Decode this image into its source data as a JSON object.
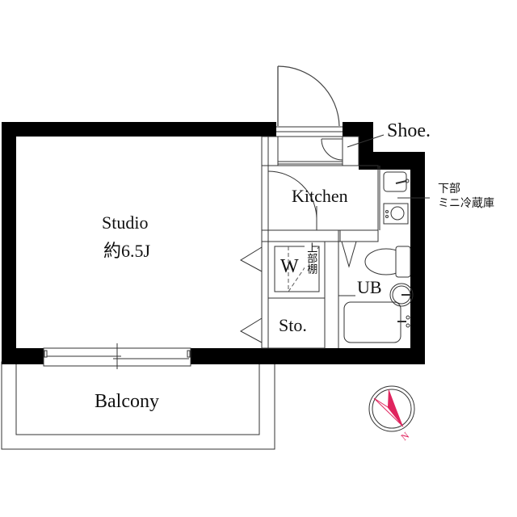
{
  "floor_plan": {
    "rooms": {
      "studio": {
        "label": "Studio",
        "size": "約6.5J"
      },
      "kitchen": {
        "label": "Kitchen"
      },
      "shoe": {
        "label": "Shoe."
      },
      "wardrobe": {
        "label": "W",
        "note": "上部棚"
      },
      "storage": {
        "label": "Sto."
      },
      "bath": {
        "label": "UB"
      },
      "balcony": {
        "label": "Balcony"
      }
    },
    "annotations": {
      "fridge_note_line1": "下部",
      "fridge_note_line2": "ミニ冷蔵庫"
    },
    "compass": {
      "direction_label": "N",
      "color": "#e0245e"
    }
  }
}
